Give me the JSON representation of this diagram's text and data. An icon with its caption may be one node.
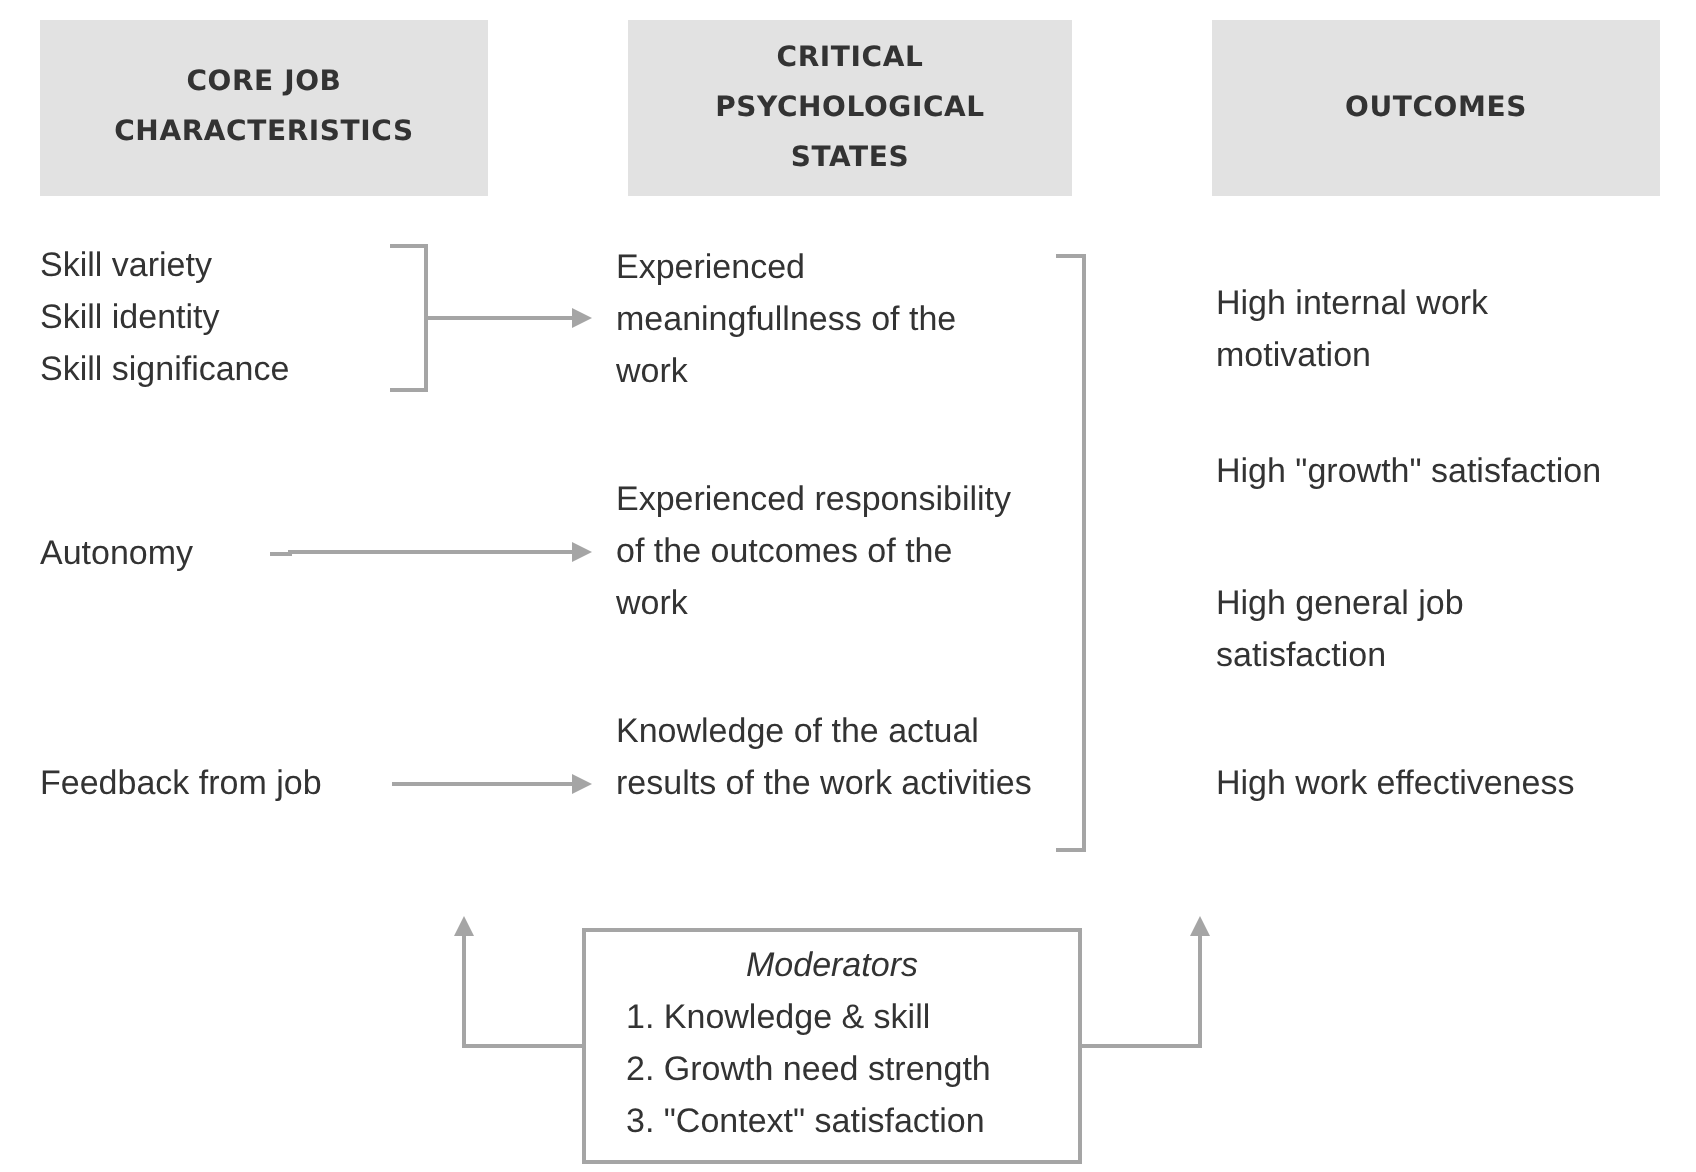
{
  "diagram": {
    "nodes": [
      {
        "text": [
          "CORE JOB CHARACTERISTICS"
        ]
      },
      {
        "text": [
          "CRITICAL PSYCHOLOGICAL STATES"
        ]
      },
      {
        "text": [
          "OUTCOMES"
        ]
      },
      {
        "text": [
          "Skill variety",
          "Skill identity",
          "Skill significance"
        ]
      },
      {
        "text": [
          "Autonomy"
        ]
      },
      {
        "text": [
          "Feedback from job"
        ]
      },
      {
        "text": [
          "Experienced meaningfullness of the work"
        ]
      },
      {
        "text": [
          "Experienced responsibility of the outcomes of the work"
        ]
      },
      {
        "text": [
          "Knowledge of the actual results of the work activities"
        ]
      },
      {
        "text": [
          "High internal work motivation"
        ]
      },
      {
        "text": [
          "High \"growth\" satisfaction"
        ]
      },
      {
        "text": [
          "High general job satisfaction"
        ]
      },
      {
        "text": [
          "High work effectiveness"
        ]
      },
      {
        "text": [
          "Moderators",
          "1. Knowledge & skill",
          "2. Growth need strength",
          "3. \"Context\" satisfaction"
        ]
      }
    ],
    "edges": [
      {
        "from": 3,
        "to": 6,
        "arrow": "to"
      },
      {
        "from": 4,
        "to": 7,
        "arrow": "to"
      },
      {
        "from": 5,
        "to": 8,
        "arrow": "to"
      },
      {
        "from": 13,
        "to": null,
        "arrow": "to"
      },
      {
        "from": 13,
        "to": null,
        "arrow": "to"
      }
    ]
  }
}
